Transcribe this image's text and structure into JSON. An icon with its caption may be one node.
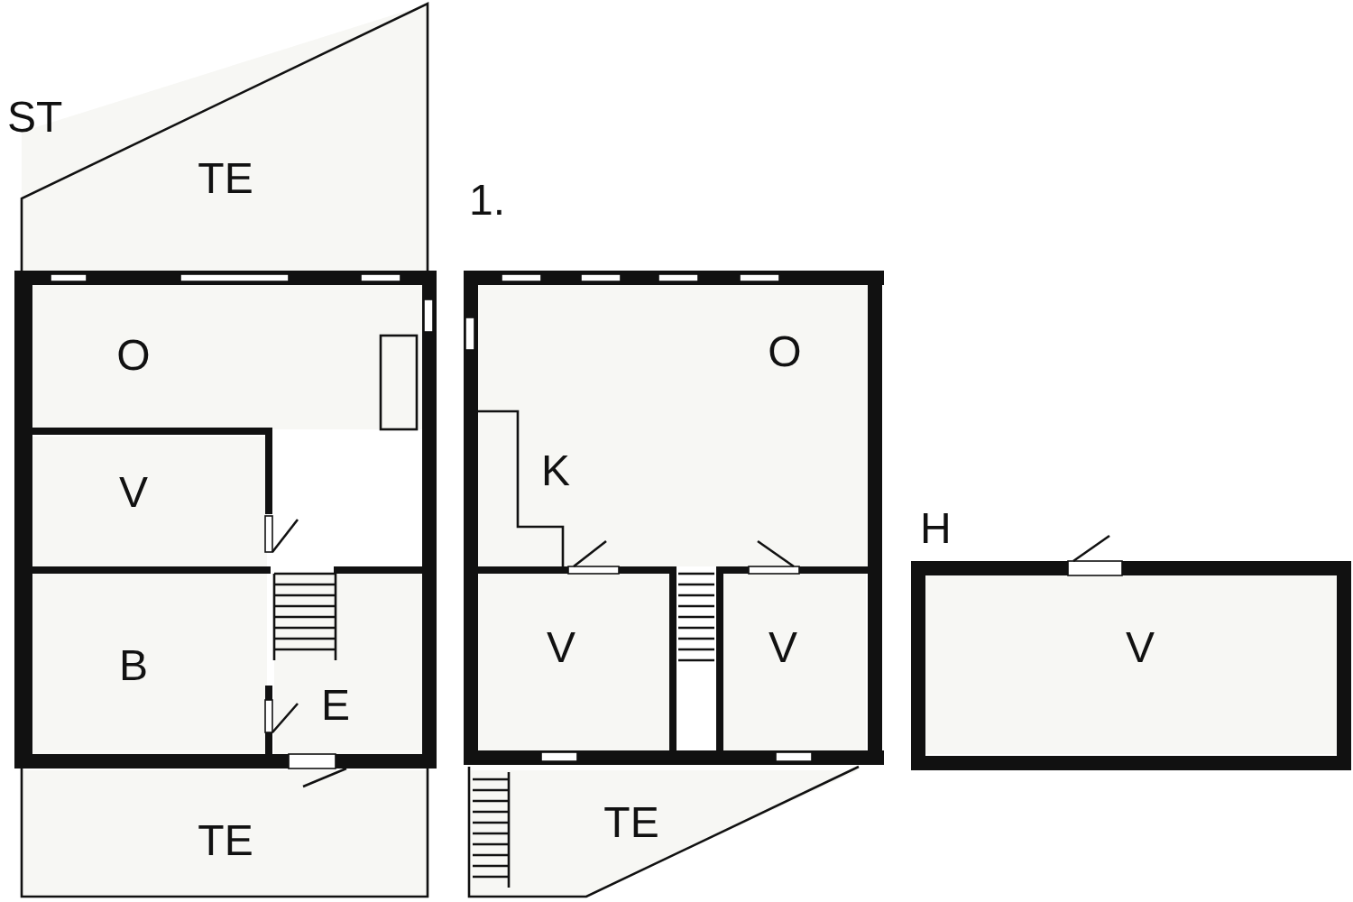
{
  "diagram": {
    "nodes": [
      {
        "text": [
          "TE"
        ]
      },
      {
        "text": [
          "O"
        ]
      },
      {
        "text": [
          "V"
        ]
      },
      {
        "text": [
          "B"
        ]
      },
      {
        "text": [
          "E"
        ]
      },
      {
        "text": [
          "TE"
        ]
      },
      {
        "text": [
          "O"
        ]
      },
      {
        "text": [
          "V"
        ]
      },
      {
        "text": [
          "V"
        ]
      },
      {
        "text": [
          "TE"
        ]
      },
      {
        "text": [
          "V"
        ]
      }
    ],
    "labels": [
      "ST",
      "1.",
      "K",
      "H"
    ]
  }
}
